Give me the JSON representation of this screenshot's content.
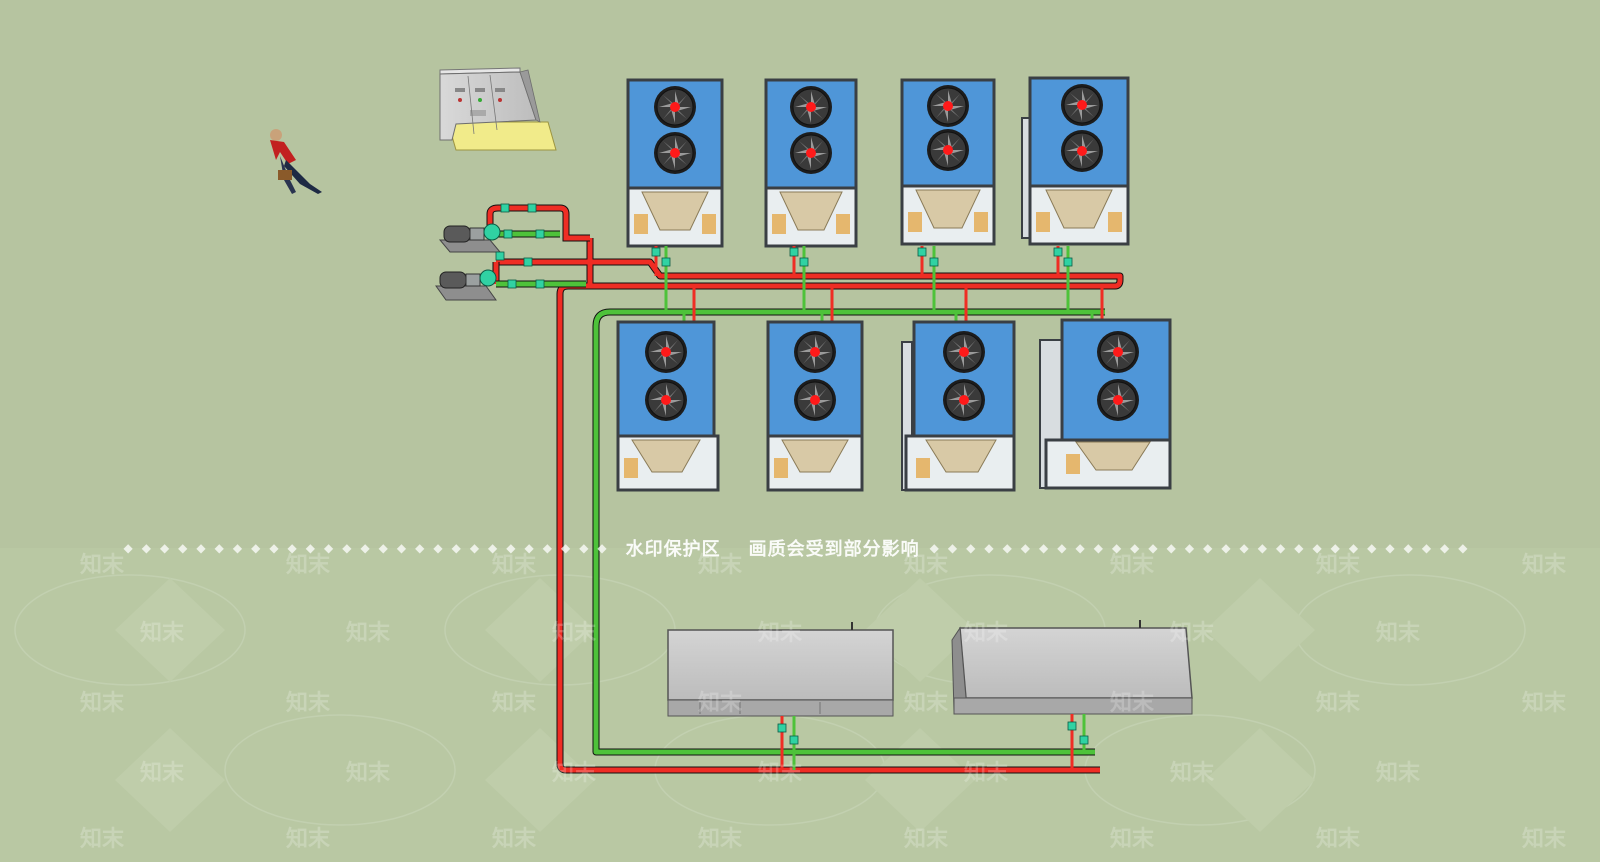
{
  "scene": {
    "background": "#b6c4a0",
    "pipe_colors": {
      "supply": "#ef2d24",
      "return": "#4ec23a"
    },
    "unit_colors": {
      "panel": "#4f96d8",
      "frame": "#bfc6cc",
      "fan_center": "#ff1a1a"
    },
    "components": {
      "person": "person-figure",
      "control_cabinet": "electrical-control-cabinet",
      "pumps": [
        "water-pump",
        "water-pump"
      ],
      "heat_pump_units": 8,
      "indoor_units": 2
    }
  },
  "watermark": {
    "notice": "水印保护区",
    "notice2": "画质会受到部分影响",
    "brand": "知末"
  }
}
